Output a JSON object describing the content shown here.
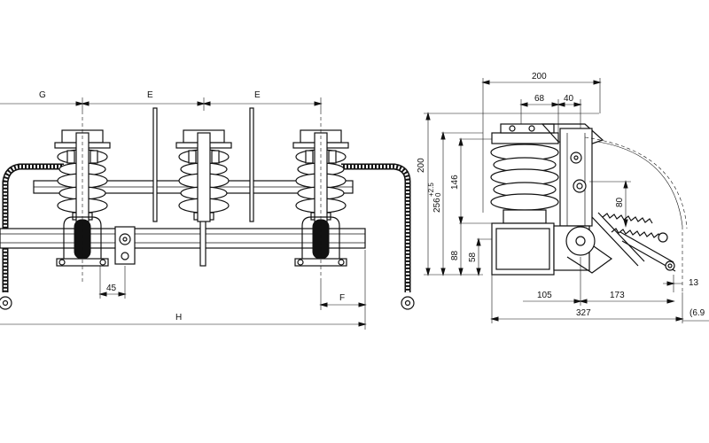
{
  "front_view": {
    "dims": {
      "g": "G",
      "e1": "E",
      "e2": "E",
      "d45": "45",
      "h": "H",
      "f": "F"
    }
  },
  "side_view": {
    "dims": {
      "d200_top": "200",
      "d68": "68",
      "d40": "40",
      "d200_left": "200",
      "d256": "256",
      "tol_plus": "+2.5",
      "tol_zero": "0",
      "d146": "146",
      "d80": "80",
      "d88": "88",
      "d58": "58",
      "d105": "105",
      "d173": "173",
      "d13": "13",
      "d327": "327",
      "d6_9": "(6.9"
    }
  }
}
